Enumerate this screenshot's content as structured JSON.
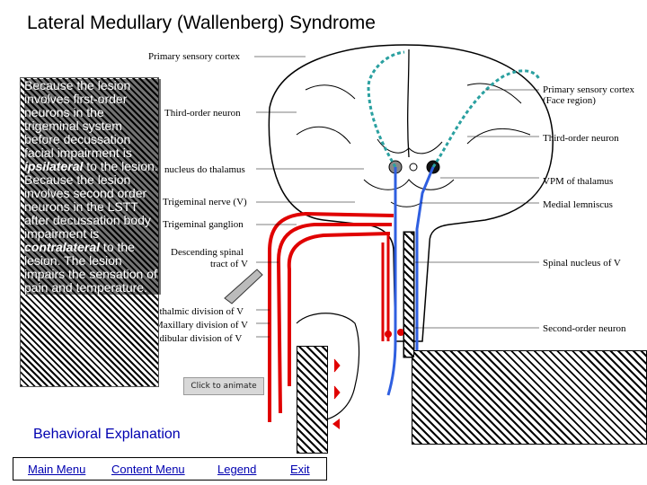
{
  "title": "Lateral Medullary (Wallenberg) Syndrome",
  "labels_left": [
    "Primary sensory cortex",
    "Third-order neuron",
    "nucleus do thalamus",
    "Trigeminal nerve (V)",
    "Trigeminal ganglion",
    "Descending spinal",
    "tract of V",
    "pthalmic division of V",
    "Maxillary division of V",
    "ndibular division of V"
  ],
  "labels_right": [
    "Primary sensory cortex",
    "(Face region)",
    "Third-order neuron",
    "VPM of thalamus",
    "Medial lemniscus",
    "Spinal nucleus of V",
    "Second-order neuron"
  ],
  "explanation": {
    "part1": "Because the lesion involves first-order neurons in the trigeminal system before decussation facial impairment is ",
    "term1": "ipsilateral",
    "part2": " to the lesion. Because the lesion involves second order neurons in the LSTT after decussation body impairment is ",
    "term2": "contralateral",
    "part3": " to the lesion. The lesion impairs the sensation of pain and temperature."
  },
  "animate_button": "Click to animate",
  "behavioral_link": "Behavioral Explanation",
  "nav": {
    "main_menu": "Main Menu",
    "content_menu": "Content Menu",
    "legend": "Legend",
    "exit": "Exit"
  },
  "colors": {
    "pathway_red": "#e00000",
    "pathway_blue": "#2f5fe0",
    "pathway_teal": "#2aa0a0",
    "link_blue": "#0000b0"
  }
}
